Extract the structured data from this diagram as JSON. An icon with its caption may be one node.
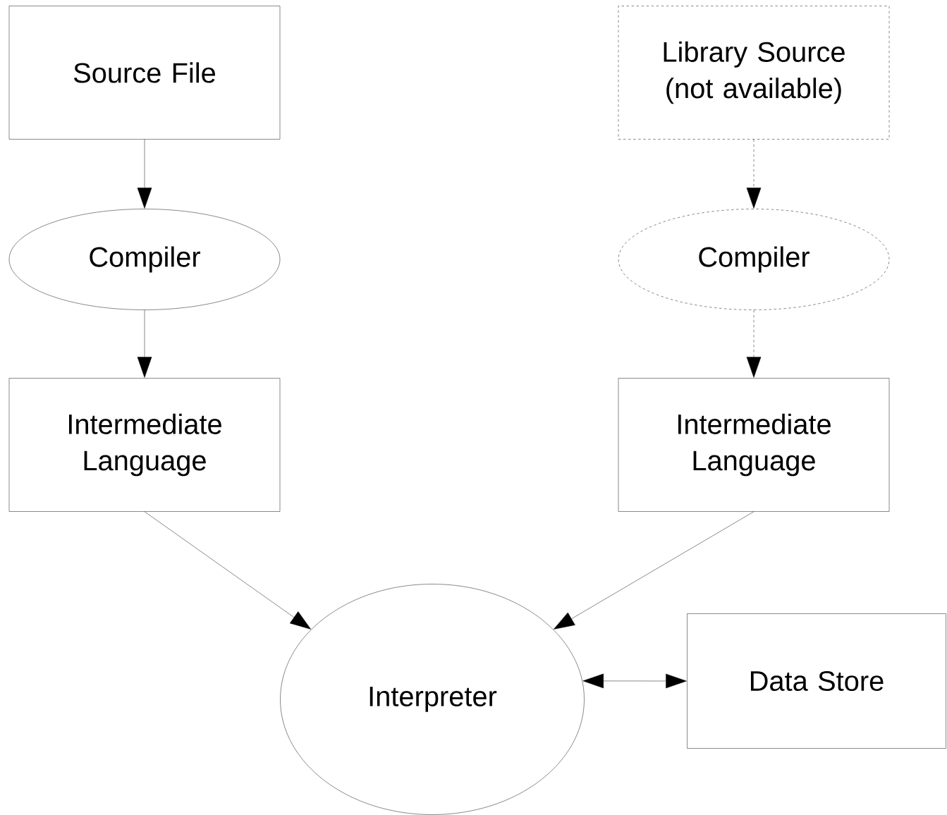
{
  "diagram": {
    "nodes": [
      {
        "text": [
          "Source File"
        ]
      },
      {
        "text": [
          "Library Source (not available)"
        ]
      },
      {
        "text": [
          "Compiler"
        ]
      },
      {
        "text": [
          "Compiler"
        ]
      },
      {
        "text": [
          "Intermediate Language"
        ]
      },
      {
        "text": [
          "Intermediate Language"
        ]
      },
      {
        "text": [
          "Interpreter"
        ]
      },
      {
        "text": [
          "Data Store"
        ]
      }
    ],
    "edges": [
      {
        "from": 0,
        "to": 2,
        "arrow": "to"
      },
      {
        "from": 1,
        "to": 3,
        "arrow": "to",
        "style": "dashed"
      },
      {
        "from": 2,
        "to": 4,
        "arrow": "to"
      },
      {
        "from": 3,
        "to": 5,
        "arrow": "to",
        "style": "dashed"
      },
      {
        "from": 4,
        "to": 6,
        "arrow": "to"
      },
      {
        "from": 5,
        "to": 6,
        "arrow": "to"
      },
      {
        "from": 6,
        "to": 7,
        "arrow": "both"
      }
    ]
  }
}
